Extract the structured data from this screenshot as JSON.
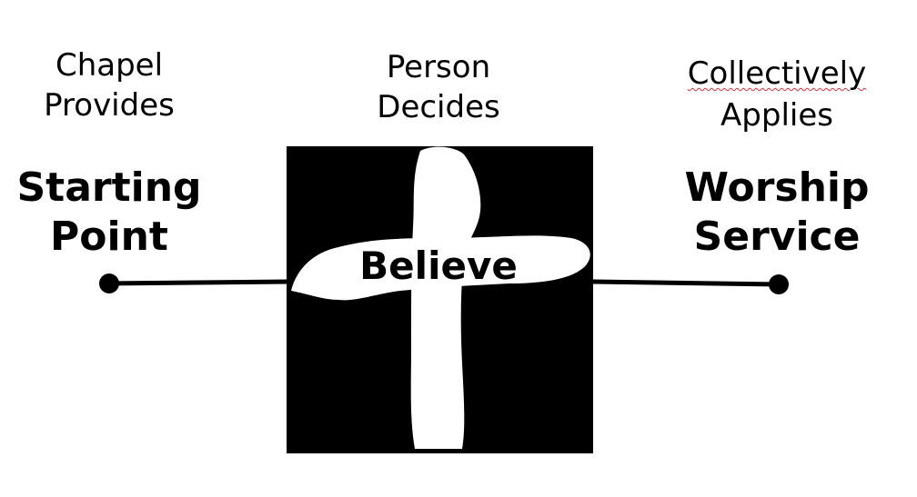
{
  "left": {
    "caption_line1": "Chapel",
    "caption_line2": "Provides",
    "heading_line1": "Starting",
    "heading_line2": "Point"
  },
  "center": {
    "caption_line1": "Person",
    "caption_line2": "Decides",
    "cross_label": "Believe"
  },
  "right": {
    "caption_line1": "Collectively",
    "caption_line2": "Applies",
    "heading_line1": "Worship",
    "heading_line2": "Service"
  },
  "colors": {
    "ink": "#000000",
    "background": "#ffffff",
    "spellcheck_underline": "#d9303a"
  }
}
